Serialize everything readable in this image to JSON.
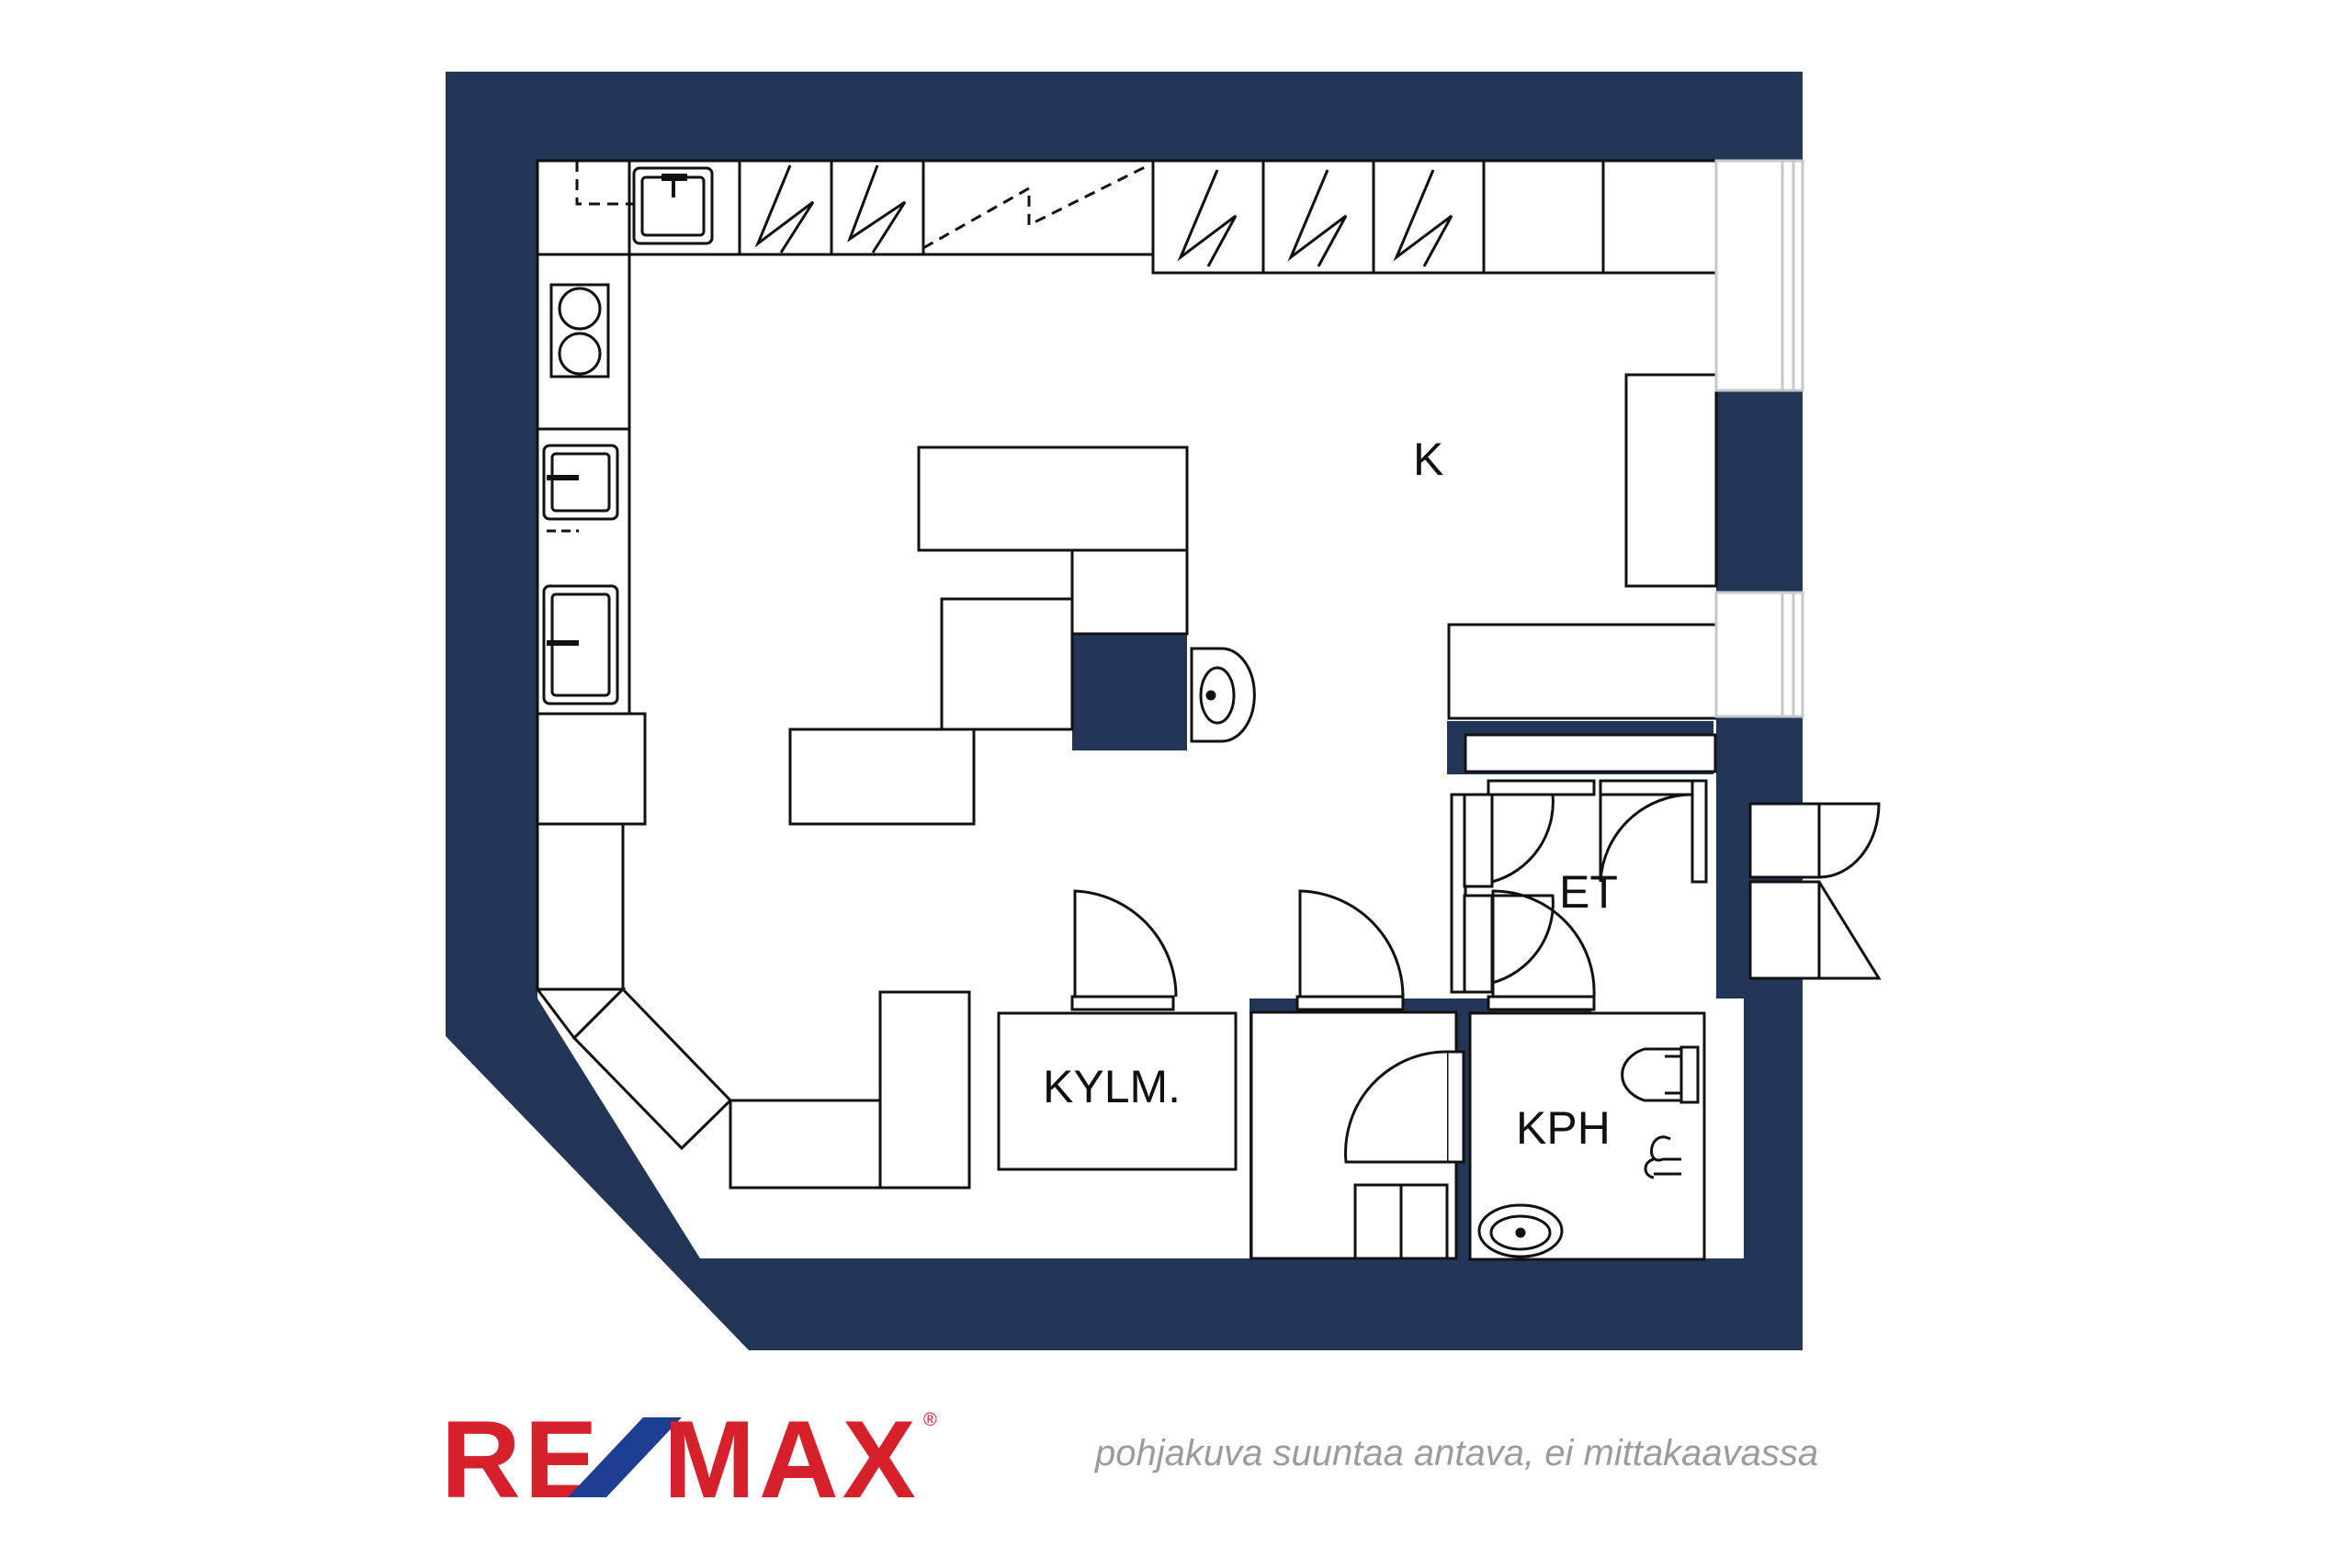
{
  "rooms": {
    "kitchen": "K",
    "entry": "ET",
    "cold_storage": "KYLM.",
    "bathroom": "KPH"
  },
  "brand": {
    "logo_left": "RE",
    "logo_right": "MAX",
    "registered_mark": "®",
    "red": "#d6202c",
    "blue": "#1c3f94"
  },
  "note": "pohjakuva suuntaa antava, ei mittakaavassa",
  "colors": {
    "wall": "#233658",
    "line": "#111111",
    "glass": "#c7c7c7"
  }
}
